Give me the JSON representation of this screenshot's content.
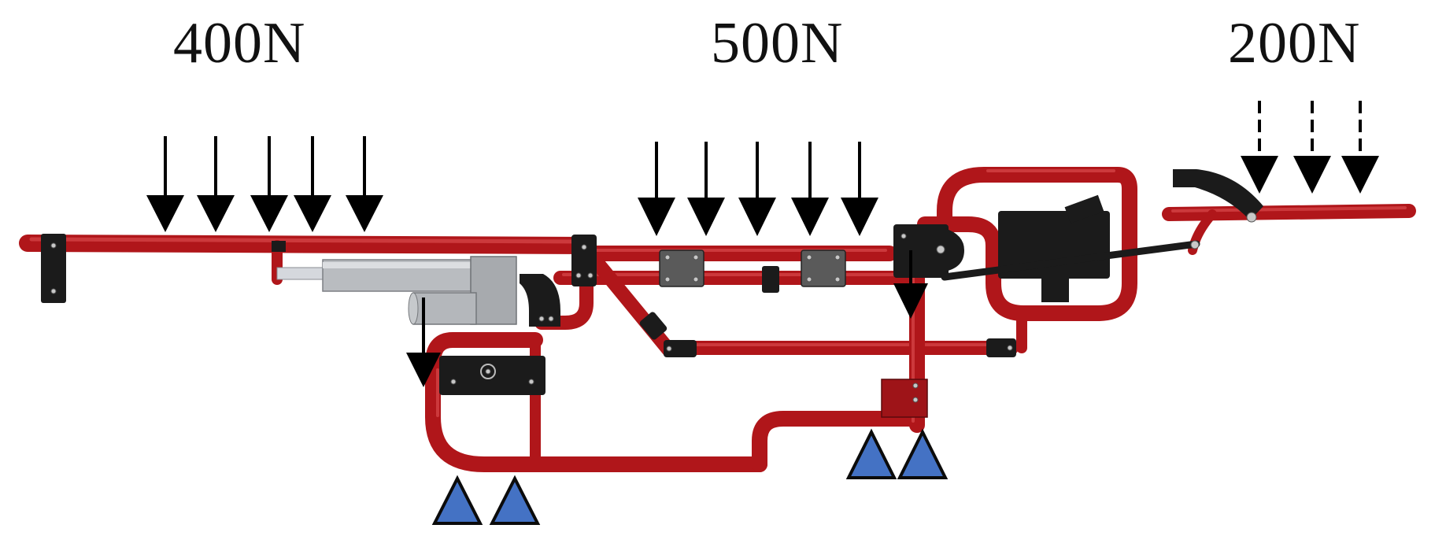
{
  "loads": [
    {
      "label": "400N",
      "arrow_count": 5,
      "arrow_style": "solid"
    },
    {
      "label": "500N",
      "arrow_count": 5,
      "arrow_style": "solid"
    },
    {
      "label": "200N",
      "arrow_count": 3,
      "arrow_style": "dashed"
    }
  ],
  "supports": {
    "count": 4,
    "symbol": "triangle",
    "color": "#4472c4"
  },
  "colors": {
    "frame": "#b0161a",
    "frame_highlight": "#e4575a",
    "brackets": "#1b1b1b",
    "actuator": "#b9bcc0",
    "arrows": "#000000"
  }
}
